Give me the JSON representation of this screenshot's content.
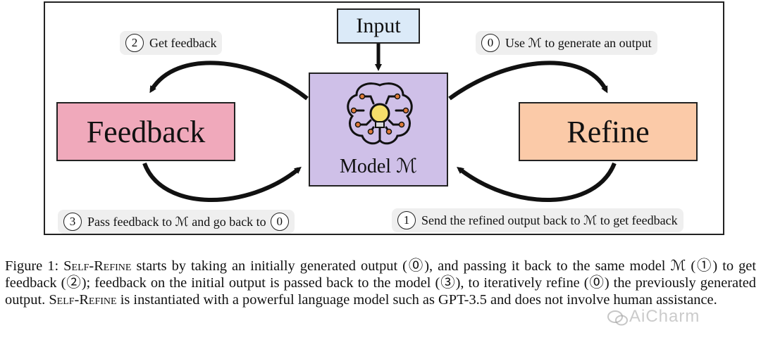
{
  "figure": {
    "input_label": "Input",
    "feedback_label": "Feedback",
    "refine_label": "Refine",
    "model_label": "Model ℳ",
    "steps": {
      "s0": {
        "num": "0",
        "text": "Use ℳ to generate an output"
      },
      "s1": {
        "num": "1",
        "text": "Send the refined output back to ℳ to get feedback"
      },
      "s2": {
        "num": "2",
        "text": "Get feedback"
      },
      "s3": {
        "num": "3",
        "text": "Pass feedback to ℳ and go back to",
        "num_after": "0"
      }
    }
  },
  "caption": {
    "p1": "Figure 1: ",
    "p2": "Self-Refine",
    "p3": " starts by taking an initially generated output (⓪), and passing it back to the same model ℳ (①) to get feedback (②); feedback on the initial output is passed back to the model (③), to iteratively refine (⓪) the previously generated output. ",
    "p4": "Self-Refine",
    "p5": " is instantiated with a powerful language model such as GPT-3.5 and does not involve human assistance."
  },
  "watermark": {
    "text": "AiCharm",
    "icon": "wechat-icon"
  },
  "colors": {
    "input": "#dbeaf8",
    "feedback": "#f0a9bb",
    "refine": "#fbcaa8",
    "model": "#cfc0e8",
    "bulb": "#f5df6a"
  }
}
